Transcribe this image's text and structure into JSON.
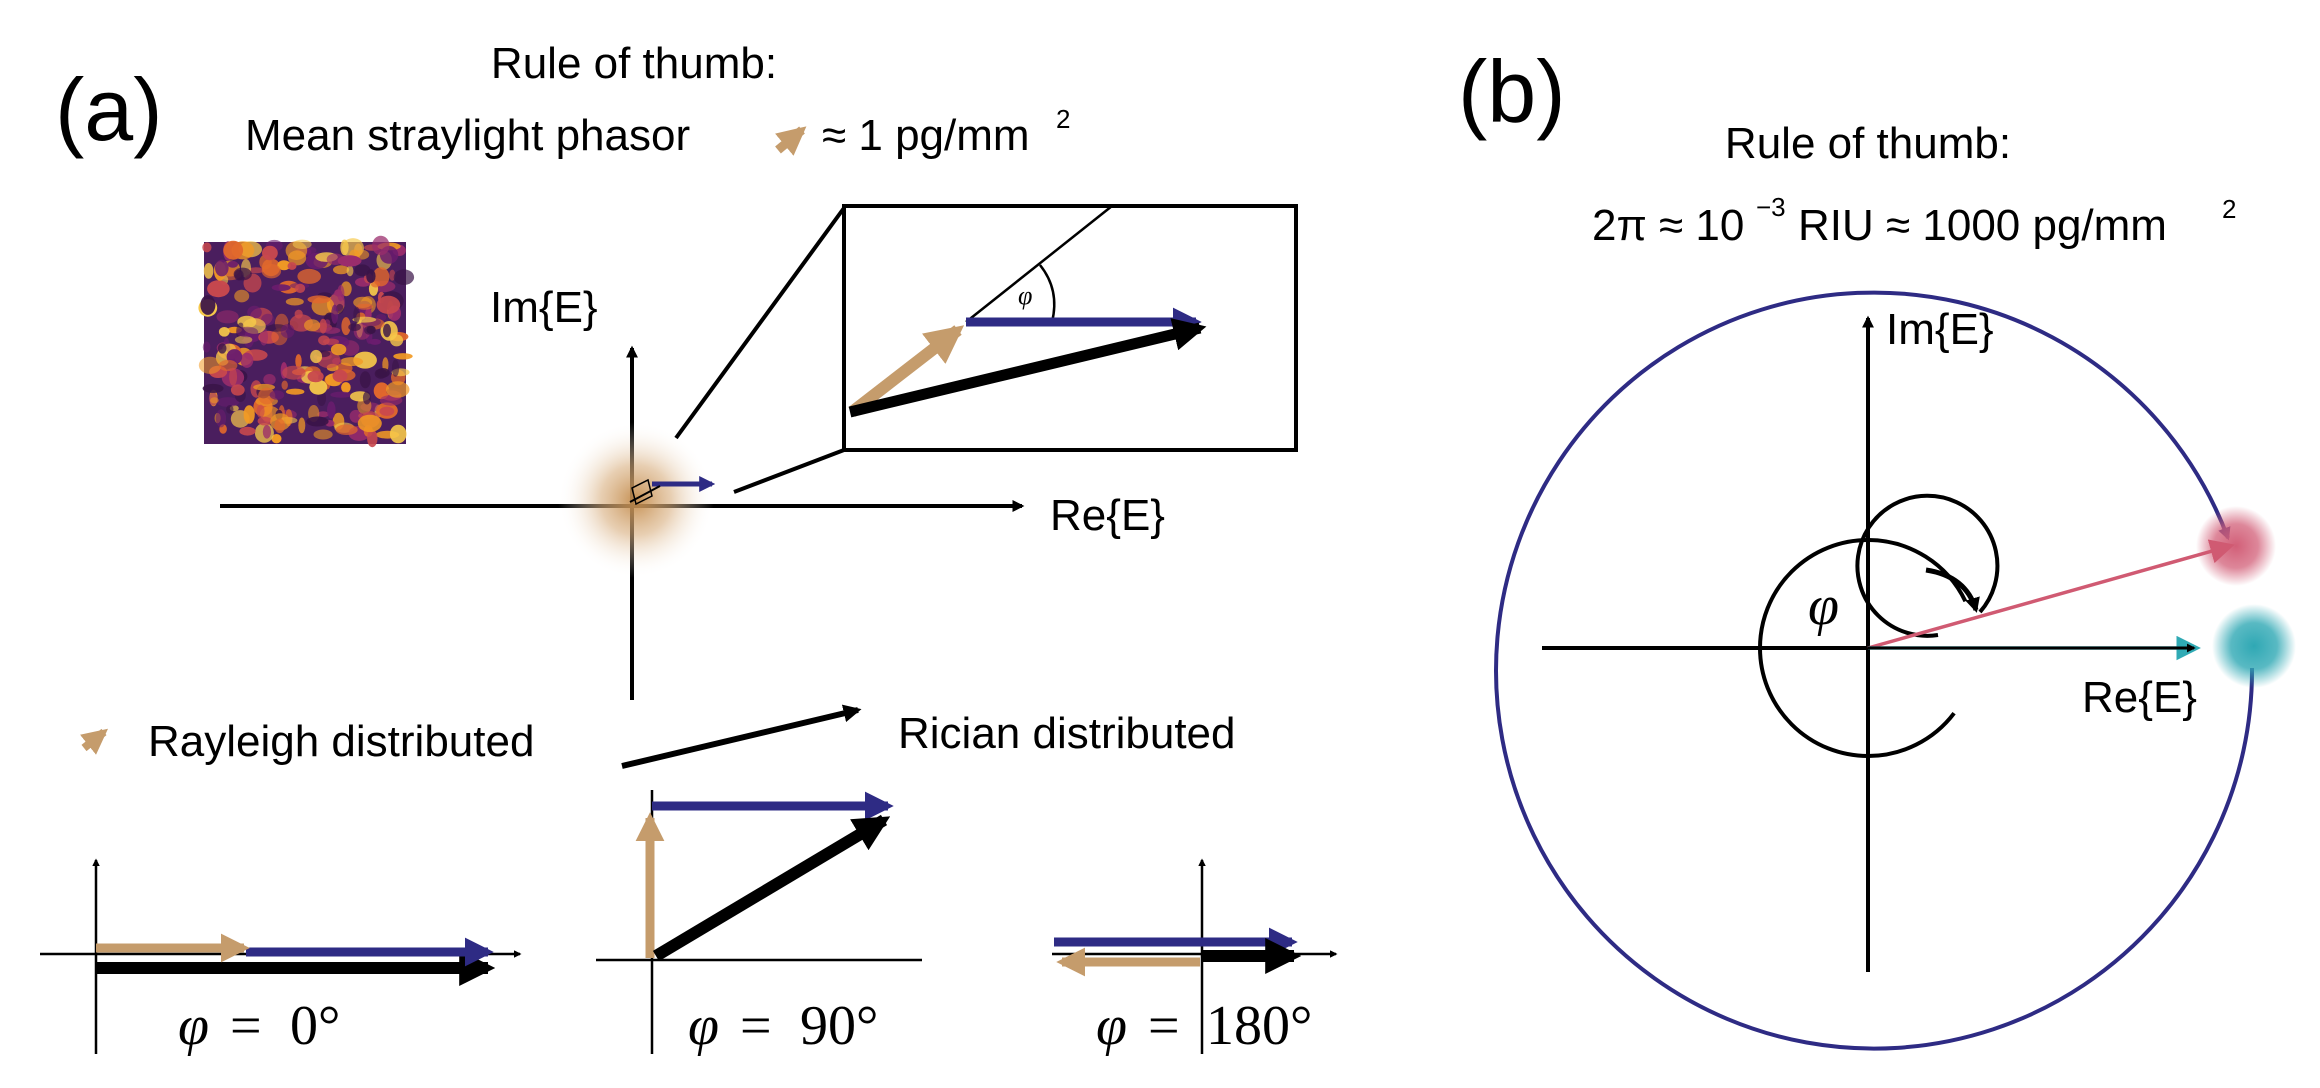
{
  "panel_a": {
    "label": "(a)",
    "rule_title": "Rule of thumb:",
    "rule_text_before": "Mean straylight phasor",
    "rule_text_after": "≈ 1 pg/mm",
    "rule_sup": "2",
    "axis_im": "Im{E}",
    "axis_re": "Re{E}",
    "inset_phi": "φ",
    "legend_rayleigh": "Rayleigh distributed",
    "legend_rician": "Rician distributed",
    "cases": [
      {
        "phi_symbol": "φ",
        "eq": "=",
        "value": "0°"
      },
      {
        "phi_symbol": "φ",
        "eq": "=",
        "value": "90°"
      },
      {
        "phi_symbol": "φ",
        "eq": "=",
        "value": "180°"
      }
    ]
  },
  "panel_b": {
    "label": "(b)",
    "rule_title": "Rule of thumb:",
    "formula_part1": "2π ≈ 10",
    "formula_sup": "−3",
    "formula_part2": "RIU ≈ 1000 pg/mm",
    "formula_sup2": "2",
    "axis_im": "Im{E}",
    "axis_re": "Re{E}",
    "phi_symbol": "φ"
  },
  "colors": {
    "tan": "#c59c6c",
    "navy": "#2e2b84",
    "black": "#000000",
    "pink": "#d05a72",
    "teal": "#30aab4"
  }
}
